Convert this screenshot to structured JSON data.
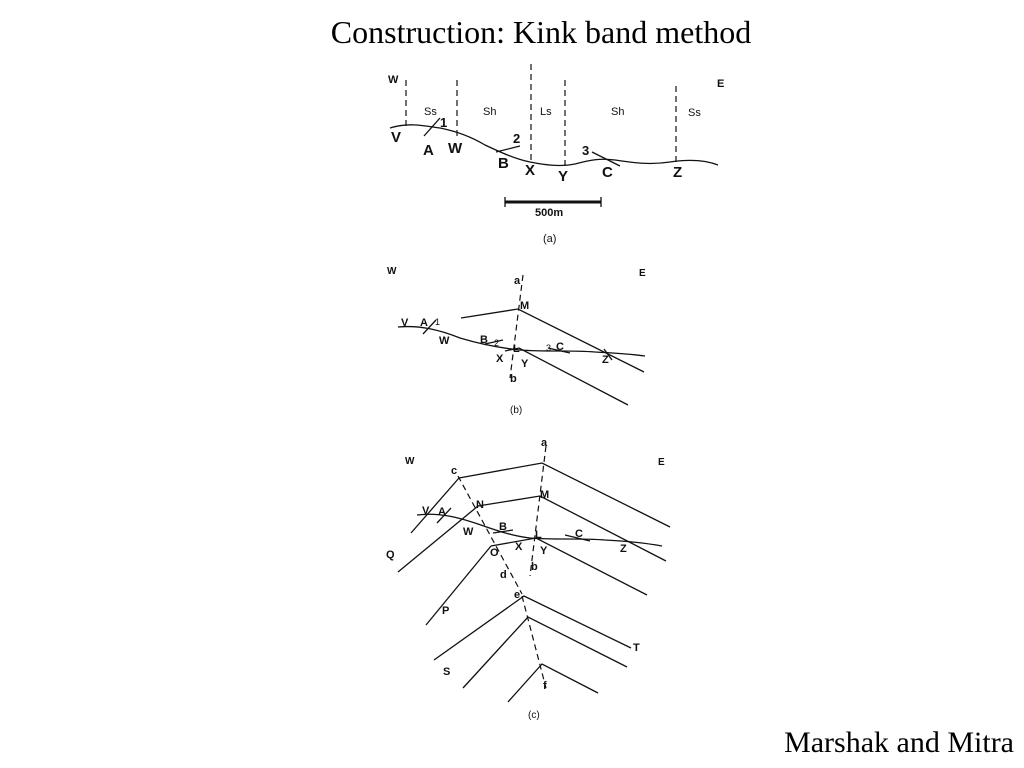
{
  "slide": {
    "title": "Construction: Kink band method",
    "credit": "Marshak and Mitra"
  },
  "panel_a": {
    "caption": "(a)",
    "scale_label": "500m",
    "labels": {
      "w": "W",
      "e": "E",
      "ss1": "Ss",
      "sh1": "Sh",
      "ls": "Ls",
      "sh2": "Sh",
      "ss2": "Ss",
      "n1": "1",
      "n2": "2",
      "n3": "3",
      "v": "V",
      "a": "A",
      "w2": "W",
      "b": "B",
      "x": "X",
      "y": "Y",
      "c": "C",
      "z": "Z"
    }
  },
  "panel_b": {
    "caption": "(b)",
    "labels": {
      "w": "W",
      "e": "E",
      "a": "a",
      "m": "M",
      "v": "V",
      "aa": "A",
      "n1": "1",
      "w2": "W",
      "bb": "B",
      "n2": "2",
      "l": "L",
      "n3": "3",
      "c": "C",
      "x": "X",
      "y": "Y",
      "z": "Z",
      "b": "b"
    }
  },
  "panel_c": {
    "caption": "(c)",
    "labels": {
      "w": "W",
      "e": "E",
      "a": "a",
      "c": "c",
      "m": "M",
      "n": "N",
      "v": "V",
      "aa": "A",
      "w2": "W",
      "bb": "B",
      "l": "L",
      "cc": "C",
      "o": "O",
      "x": "X",
      "y": "Y",
      "z": "Z",
      "q": "Q",
      "d": "d",
      "b": "b",
      "e2": "e",
      "p": "P",
      "t": "T",
      "s": "S",
      "f": "f"
    }
  }
}
